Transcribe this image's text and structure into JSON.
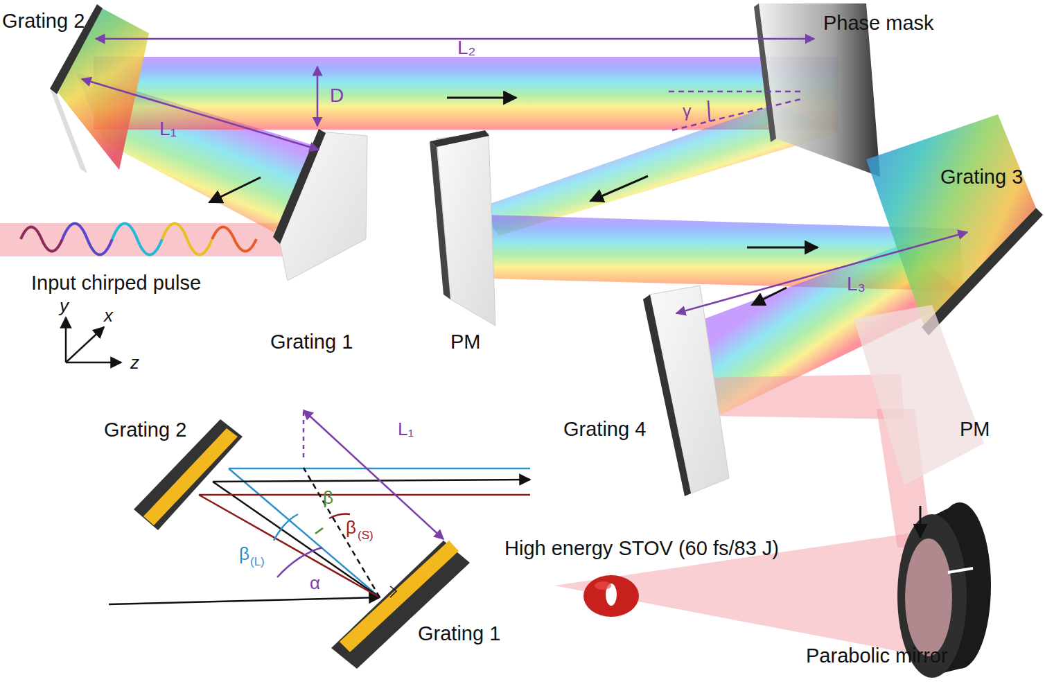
{
  "diagram": {
    "labels": [
      "Grating 2",
      "L₂",
      "Phase mask",
      "D",
      "L₁",
      "γ",
      "Grating 3",
      "Input chirped pulse",
      "L₃",
      "y",
      "x",
      "z",
      "Grating 1",
      "PM",
      "Grating 2",
      "L₁",
      "β",
      "β",
      "(S)",
      "β",
      "(L)",
      "α",
      "Grating 4",
      "PM",
      "High energy STOV (60 fs/83 J)",
      "Grating 1",
      "Parabolic mirror"
    ]
  }
}
